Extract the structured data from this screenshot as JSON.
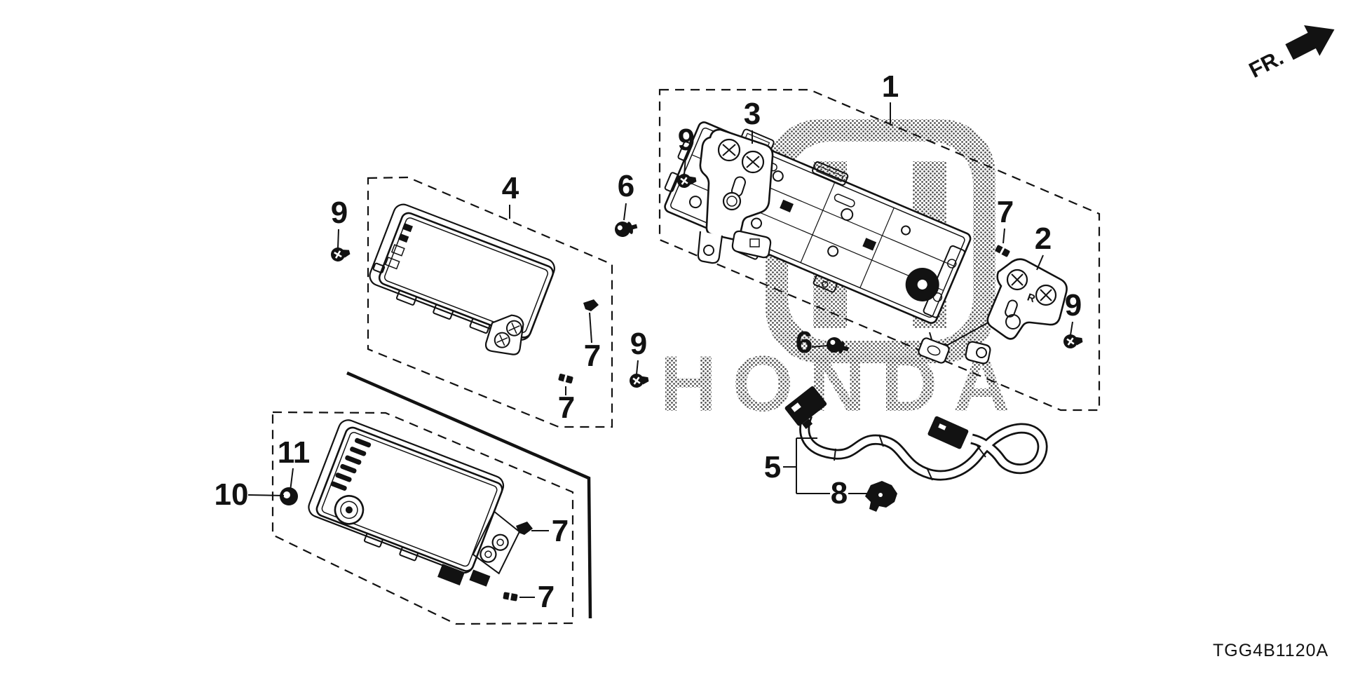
{
  "diagram_code": "TGG4B1120A",
  "direction": {
    "label": "FR."
  },
  "watermark": {
    "word": "HONDA",
    "logo_letter": "H"
  },
  "bracket_r_mark": "R",
  "callouts": [
    {
      "id": "assembly",
      "num": "1"
    },
    {
      "id": "bracket-left",
      "num": "3"
    },
    {
      "id": "screw-top-left",
      "num": "9"
    },
    {
      "id": "clip-left",
      "num": "6"
    },
    {
      "id": "screw-upper-right",
      "num": "7"
    },
    {
      "id": "bracket-right",
      "num": "2"
    },
    {
      "id": "screw-right",
      "num": "9"
    },
    {
      "id": "clip-bottom",
      "num": "6"
    },
    {
      "id": "screw-mid-left",
      "num": "9"
    },
    {
      "id": "display-unit",
      "num": "4"
    },
    {
      "id": "screw-far-left",
      "num": "9"
    },
    {
      "id": "screw-display-right",
      "num": "7"
    },
    {
      "id": "screw-display-bottom",
      "num": "7"
    },
    {
      "id": "grommet-upper",
      "num": "11"
    },
    {
      "id": "grommet",
      "num": "10"
    },
    {
      "id": "screw-lower-right",
      "num": "7"
    },
    {
      "id": "screw-lower-bottom",
      "num": "7"
    },
    {
      "id": "wire-harness",
      "num": "5"
    },
    {
      "id": "harness-clip",
      "num": "8"
    }
  ]
}
